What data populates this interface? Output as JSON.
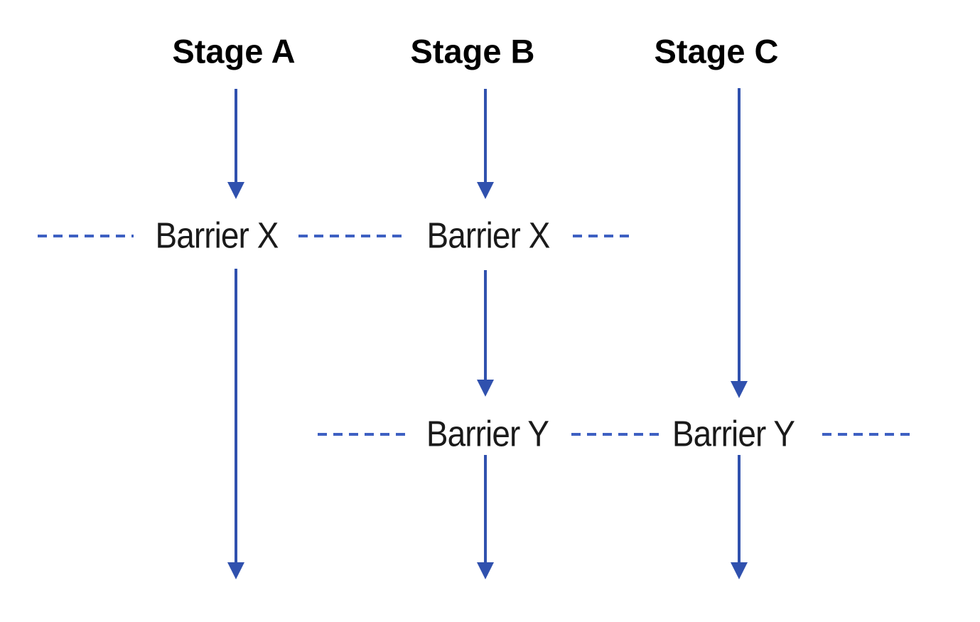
{
  "diagram": {
    "stages": [
      {
        "label": "Stage A"
      },
      {
        "label": "Stage B"
      },
      {
        "label": "Stage C"
      }
    ],
    "barriers": {
      "x_on_stage_a": "Barrier X",
      "x_on_stage_b": "Barrier X",
      "y_on_stage_b": "Barrier Y",
      "y_on_stage_c": "Barrier Y"
    }
  },
  "colors": {
    "arrow": "#3051ae",
    "dash": "#3e60c2",
    "stage_text": "#000000",
    "barrier_text": "#1a1a1a",
    "background": "#ffffff"
  }
}
